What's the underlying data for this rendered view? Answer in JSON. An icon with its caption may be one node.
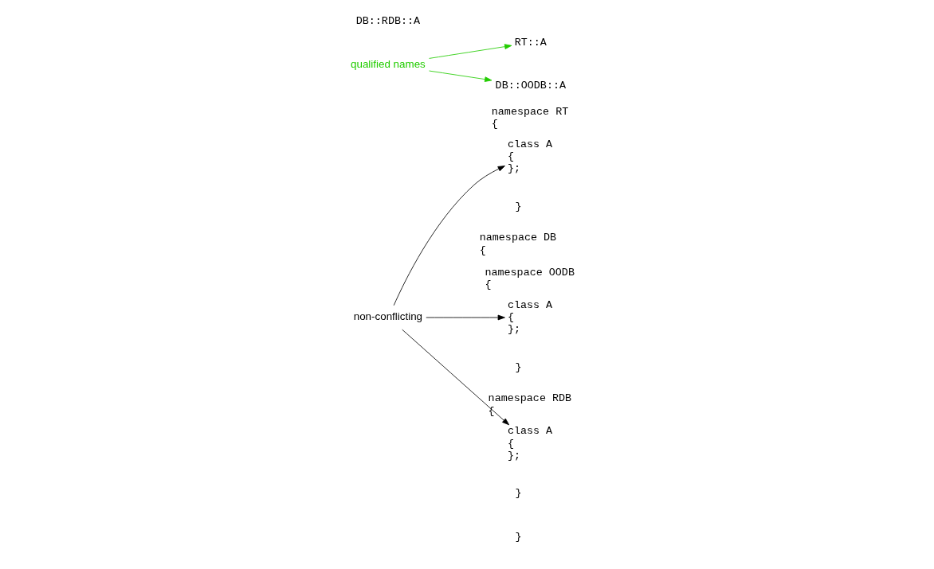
{
  "diagram": {
    "nodes": [
      {
        "text": [
          "namespace RT",
          "{",
          "}"
        ]
      },
      {
        "text": [
          "class A",
          "{",
          "};"
        ],
        "in": 0
      },
      {
        "text": [
          "qualified names"
        ]
      },
      {
        "text": [
          "namespace DB",
          "{",
          "}"
        ]
      },
      {
        "text": [
          "namespace OODB",
          "{",
          "}"
        ],
        "in": 3
      },
      {
        "text": [
          "class A",
          "{",
          "};"
        ],
        "in": 4
      },
      {
        "text": [
          "RT::A"
        ]
      },
      {
        "text": [
          "DB::OODB::A"
        ]
      },
      {
        "text": [
          "non-conflicting"
        ]
      },
      {
        "text": [
          "namespace RDB",
          "{",
          "}"
        ],
        "in": 3
      },
      {
        "text": [
          "class A",
          "{",
          "};"
        ],
        "in": 9
      }
    ],
    "edges": [
      {
        "from": 2,
        "to": 6,
        "arrow": "to",
        "color": "#22cc00"
      },
      {
        "from": 2,
        "to": 7,
        "arrow": "to",
        "color": "#22cc00"
      },
      {
        "from": 8,
        "to": 1,
        "arrow": "to"
      },
      {
        "from": 8,
        "to": 5,
        "arrow": "to"
      },
      {
        "from": 8,
        "to": 10,
        "arrow": "to"
      }
    ],
    "labels": [
      "DB::RDB::A"
    ]
  }
}
